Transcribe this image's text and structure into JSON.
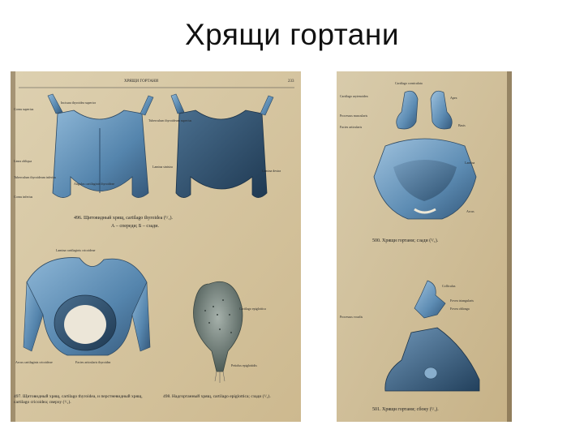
{
  "slide": {
    "title": "Хрящи гортани"
  },
  "left_page": {
    "header": "ХРЯЩИ ГОРТАНИ",
    "page_number": "233",
    "labels": {
      "cornu_superius": "Cornu superius",
      "incisura_superior": "Incisura thyroidea superior",
      "tuberculum": "Tuberculum thyroideum superius",
      "linea_obliqua": "Linea obliqua",
      "tuberculum_inf": "Tuberculum thyroideum inferius",
      "cornu_inferius": "Cornu inferius",
      "angulus": "Angulus cartilaginis thyroideae",
      "lamina_sinistra": "Lamina sinistra",
      "lamina_dextra": "Lamina dextra",
      "lamina_cricoidea": "Lamina cartilaginis cricoideae",
      "arcus": "Arcus cartilaginis cricoideae",
      "facies_articularis": "Facies articularis thyroidea",
      "cartilago_epiglottica": "Cartilago epiglottica",
      "petiolus": "Petiolus epiglottidis"
    },
    "caption_496": "496. Щитовидный хрящ, cartilago thyroidea (¹/₁).",
    "caption_496_sub": "А – спереди; Б – сзади.",
    "caption_497": "497. Щитовидный хрящ, cartilago thyroidea, и перстневидный хрящ, cartilago cricoidea; сверху (¹/₁).",
    "caption_498": "498. Надгортанный хрящ, cartilago epiglottica; сзади (¹/₁)."
  },
  "right_page": {
    "labels": {
      "apex": "Apex",
      "cartilago_corniculata": "Cartilago corniculata",
      "processus_muscularis": "Processus muscularis",
      "processus_vocalis": "Processus vocalis",
      "cartilago_arytenoidea": "Cartilago arytenoidea",
      "lamina": "Lamina",
      "facies_articularis": "Facies articularis",
      "arcus": "Arcus",
      "basis": "Basis",
      "colliculus": "Colliculus",
      "fovea_triangularis": "Fovea triangularis",
      "fovea_oblonga": "Fovea oblonga"
    },
    "caption_500": "500. Хрящи гортани; сзади (¹/₁).",
    "caption_501": "501. Хрящи гортани; сбоку (¹/₁)."
  },
  "colors": {
    "page_paper": "#d9c9a6",
    "cartilage_blue": "#5b8db5",
    "cartilage_dark": "#2f4f6e",
    "epiglottis_gray": "#7d8a86"
  }
}
